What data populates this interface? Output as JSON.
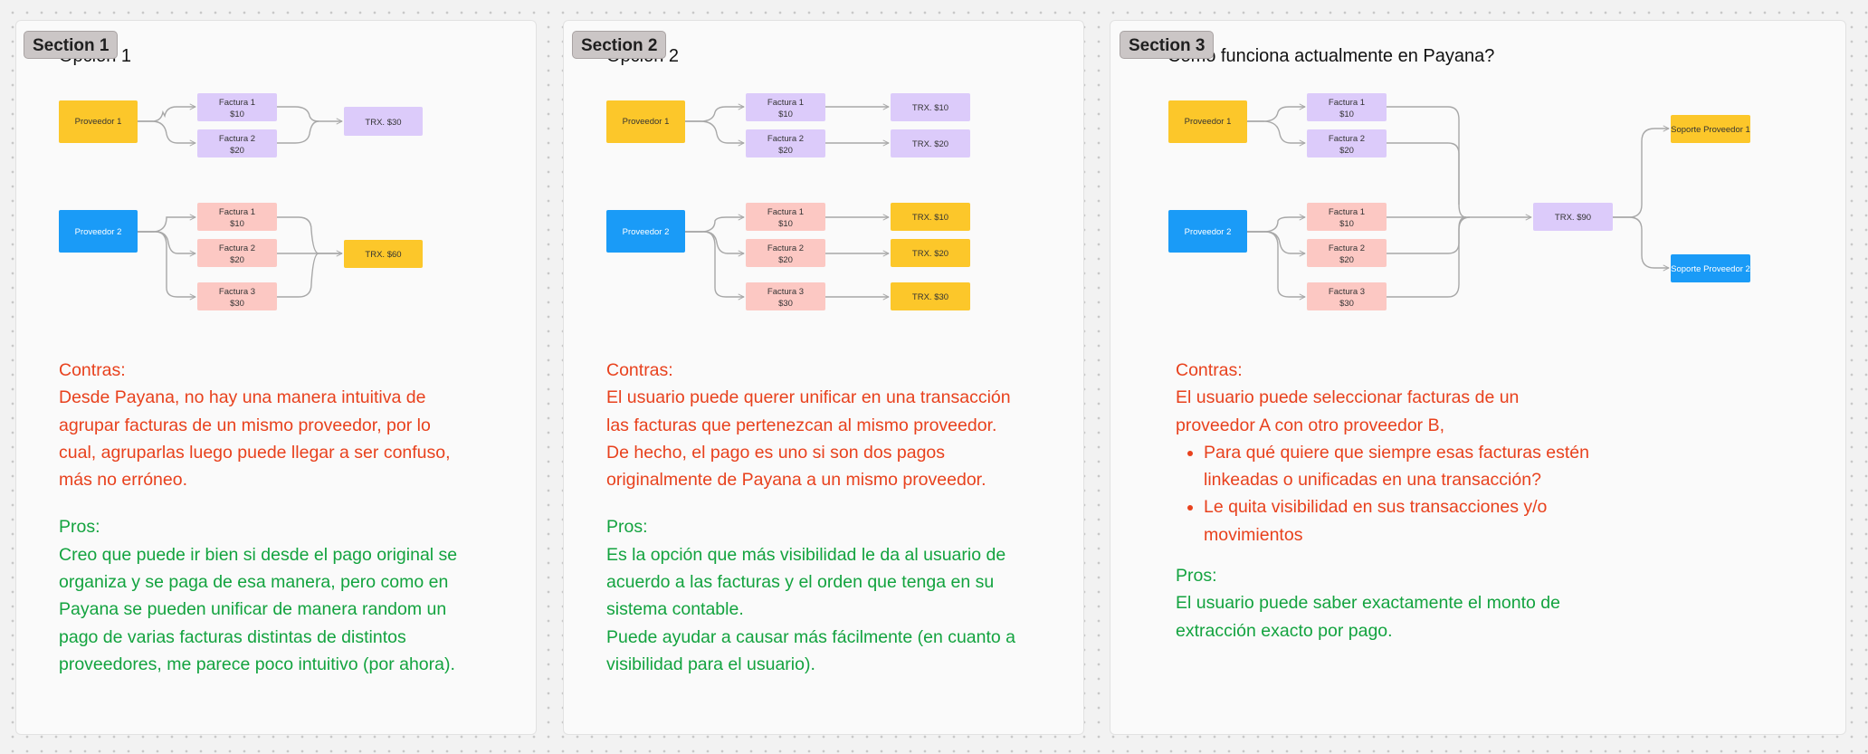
{
  "sections": [
    {
      "badge": "Section 1",
      "title": "Opción 1",
      "contras_label": "Contras:",
      "contras_lines": [
        "Desde Payana, no hay una manera intuitiva de",
        "agrupar facturas de un mismo proveedor, por lo",
        "cual, agruparlas luego puede llegar a ser confuso,",
        "más no erróneo."
      ],
      "pros_label": "Pros:",
      "pros_lines": [
        "Creo que puede ir bien si desde el pago original se",
        "organiza y se paga de esa manera, pero como en",
        "Payana se pueden unificar de manera random un",
        "pago de varias facturas distintas de distintos",
        "proveedores, me parece poco intuitivo (por ahora)."
      ],
      "nodes": {
        "prov1": "Proveedor 1",
        "prov2": "Proveedor 2",
        "f1a": "Factura 1",
        "f1a_v": "$10",
        "f1b": "Factura 2",
        "f1b_v": "$20",
        "f2a": "Factura 1",
        "f2a_v": "$10",
        "f2b": "Factura 2",
        "f2b_v": "$20",
        "f2c": "Factura 3",
        "f2c_v": "$30",
        "trx1": "TRX. $30",
        "trx2": "TRX. $60"
      }
    },
    {
      "badge": "Section 2",
      "title": "Opción 2",
      "contras_label": "Contras:",
      "contras_lines": [
        "El usuario puede querer unificar en una transacción",
        "las facturas que pertenezcan al mismo proveedor.",
        "De hecho, el pago es uno si son dos pagos",
        "originalmente de Payana a un mismo proveedor."
      ],
      "pros_label": "Pros:",
      "pros_lines": [
        "Es la opción que más visibilidad le da al usuario de",
        "acuerdo a las facturas y el orden que tenga en su",
        "sistema contable.",
        "Puede ayudar a causar más fácilmente (en cuanto a",
        "visibilidad para el usuario)."
      ],
      "nodes": {
        "prov1": "Proveedor 1",
        "prov2": "Proveedor 2",
        "f1a": "Factura 1",
        "f1a_v": "$10",
        "f1b": "Factura 2",
        "f1b_v": "$20",
        "f2a": "Factura 1",
        "f2a_v": "$10",
        "f2b": "Factura 2",
        "f2b_v": "$20",
        "f2c": "Factura 3",
        "f2c_v": "$30",
        "t1a": "TRX. $10",
        "t1b": "TRX. $20",
        "t2a": "TRX. $10",
        "t2b": "TRX. $20",
        "t2c": "TRX. $30"
      }
    },
    {
      "badge": "Section 3",
      "title": "Cómo funciona actualmente en Payana?",
      "contras_label": "Contras:",
      "contras_lines": [
        "El usuario puede seleccionar facturas de un",
        "proveedor A con otro proveedor B,"
      ],
      "bullets": [
        [
          "Para qué quiere que siempre esas facturas estén",
          "linkeadas o unificadas en una transacción?"
        ],
        [
          "Le quita visibilidad en sus transacciones y/o",
          "movimientos"
        ]
      ],
      "pros_label": "Pros:",
      "pros_lines": [
        "El usuario puede saber exactamente el monto de",
        "extracción exacto por pago."
      ],
      "nodes": {
        "prov1": "Proveedor 1",
        "prov2": "Proveedor 2",
        "f1a": "Factura 1",
        "f1a_v": "$10",
        "f1b": "Factura 2",
        "f1b_v": "$20",
        "f2a": "Factura 1",
        "f2a_v": "$10",
        "f2b": "Factura 2",
        "f2b_v": "$20",
        "f2c": "Factura 3",
        "f2c_v": "$30",
        "trx": "TRX. $90",
        "sop1": "Soporte Proveedor 1",
        "sop2": "Soporte Proveedor 2"
      }
    }
  ],
  "colors": {
    "provider_1": "#fcc72a",
    "provider_2": "#1a9bf7",
    "invoice_purple": "#dccbfa",
    "invoice_pink": "#fcc8c3",
    "trx_purple": "#dccbfa",
    "trx_yellow": "#fcc72a",
    "connector": "#a8a8a8",
    "contra_text": "#e8411d",
    "pro_text": "#13a33f"
  }
}
